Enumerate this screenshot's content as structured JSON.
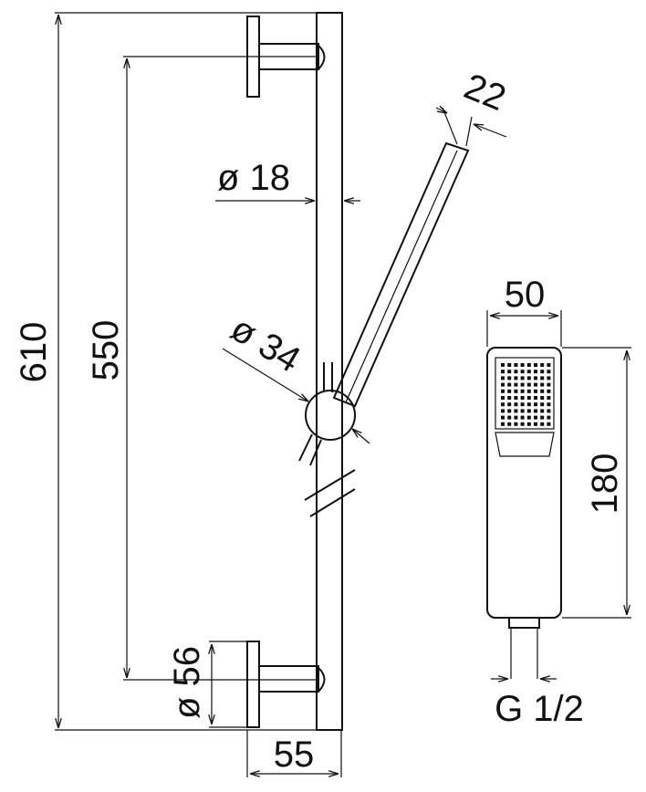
{
  "dimensions": {
    "total_height": "610",
    "bracket_spacing": "550",
    "bar_diameter": "ø 18",
    "slider_diameter": "ø 34",
    "handshower_thickness": "22",
    "handshower_width": "50",
    "handshower_length": "180",
    "bracket_diameter": "ø 56",
    "wall_distance": "55",
    "connection_thread": "G 1/2"
  }
}
